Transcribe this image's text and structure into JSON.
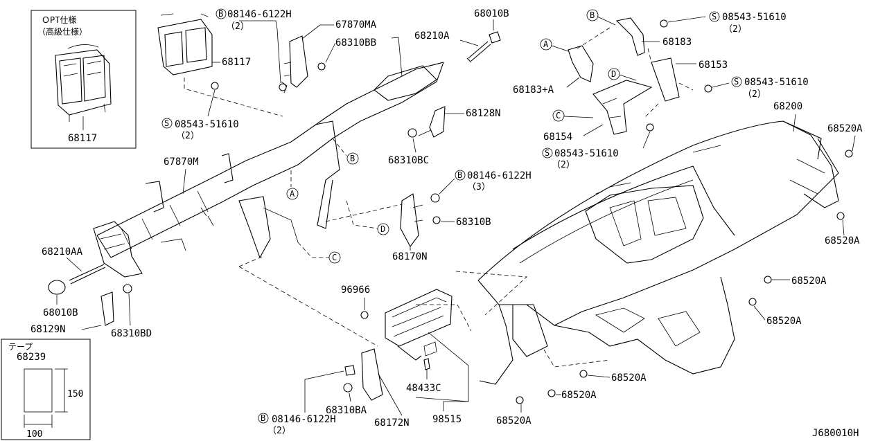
{
  "labels": {
    "opt_title": "ＯPT仕様",
    "opt_sub": "（高級仕様）",
    "p68117_inset": "68117",
    "p68117": "68117",
    "p67870m": "67870M",
    "p67870ma": "67870MA",
    "p68310bb": "68310BB",
    "p68010b_top": "68010B",
    "p68210a": "68210A",
    "p68128n": "68128N",
    "p68310bc": "68310BC",
    "p68170n": "68170N",
    "p68310b": "68310B",
    "p68210aa": "68210AA",
    "p68010b_bottom": "68010B",
    "p68129n": "68129N",
    "p68310bd": "68310BD",
    "p96966": "96966",
    "p48433c": "48433C",
    "p98515": "98515",
    "p68310ba": "68310BA",
    "p68172n": "68172N",
    "p68183": "68183",
    "p68183a": "68183+A",
    "p68153": "68153",
    "p68154": "68154",
    "p68200": "68200",
    "p68520a_1": "68520A",
    "p68520a_2": "68520A",
    "p68520a_3": "68520A",
    "p68520a_4": "68520A",
    "p68520a_5": "68520A",
    "p68520a_6": "68520A",
    "p68520a_7": "68520A",
    "tape_title": "テープ",
    "tape_part": "68239",
    "dim_150": "150",
    "dim_100": "100",
    "drawing_id": "J680010H"
  },
  "callouts": {
    "b_top": {
      "sym": "B",
      "num": "08146-6122H",
      "qty": "（2）"
    },
    "s_left": {
      "sym": "S",
      "num": "08543-51610",
      "qty": "（2）"
    },
    "b_mid": {
      "sym": "B",
      "num": "08146-6122H",
      "qty": "（3）"
    },
    "b_bottom": {
      "sym": "B",
      "num": "08146-6122H",
      "qty": "（2）"
    },
    "s_right1": {
      "sym": "S",
      "num": "08543-51610",
      "qty": "（2）"
    },
    "s_right2": {
      "sym": "S",
      "num": "08543-51610",
      "qty": "（2）"
    },
    "s_right3": {
      "sym": "S",
      "num": "08543-51610",
      "qty": "（2）"
    }
  },
  "refs": {
    "a": "A",
    "b": "B",
    "c": "C",
    "d": "D"
  }
}
